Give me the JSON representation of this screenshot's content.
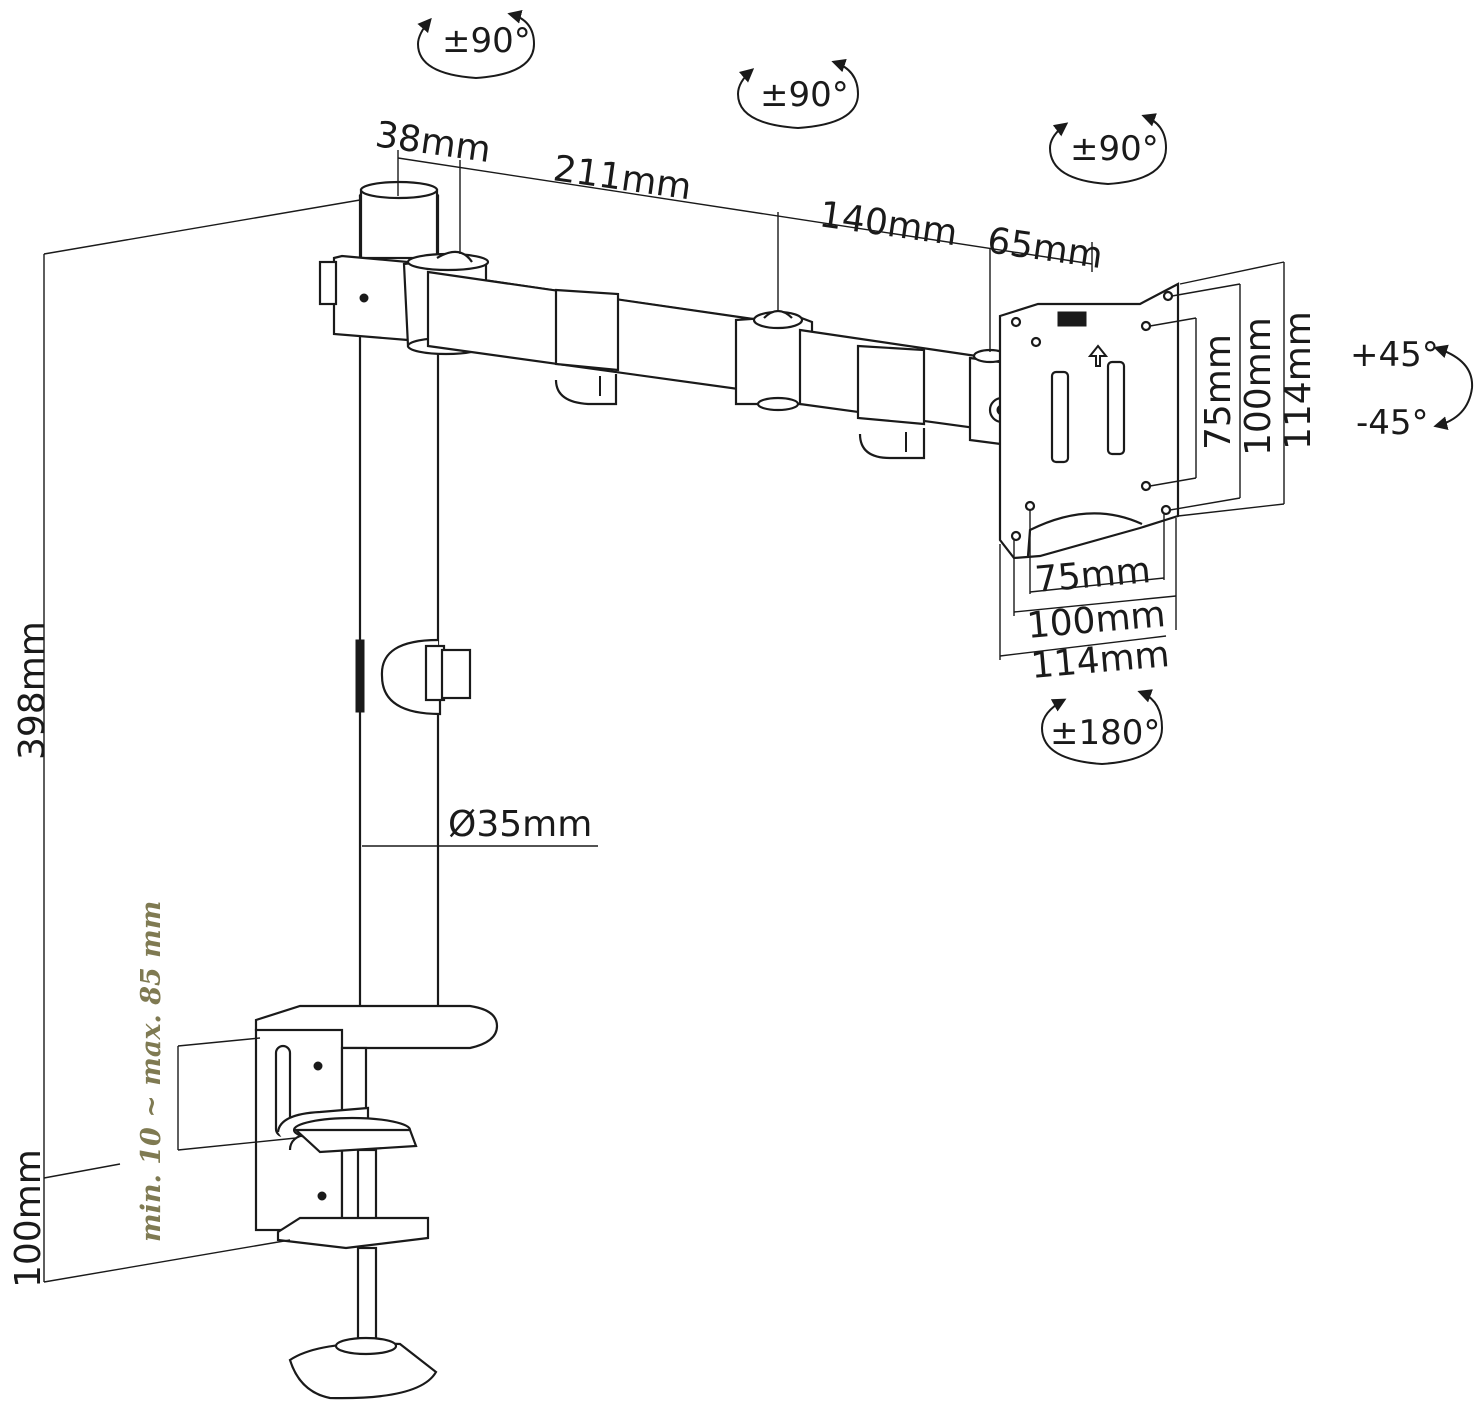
{
  "rotation": {
    "pole_top": "±90°",
    "arm_joint": "±90°",
    "head": "±90°",
    "tilt_up": "+45°",
    "tilt_down": "-45°",
    "swivel": "±180°"
  },
  "dimensions": {
    "pole_offset": "38mm",
    "arm1": "211mm",
    "arm2": "140mm",
    "head_offset": "65mm",
    "height": "398mm",
    "pole_diameter": "Ø35mm",
    "clamp_height": "100mm",
    "vesa_v_75": "75mm",
    "vesa_v_100": "100mm",
    "vesa_v_114": "114mm",
    "vesa_h_75": "75mm",
    "vesa_h_100": "100mm",
    "vesa_h_114": "114mm"
  },
  "clamp_range": "min. 10 ~ max. 85 mm",
  "colors": {
    "line": "#1a1a1a",
    "clamp_text": "#7f7a52",
    "background": "#ffffff"
  }
}
